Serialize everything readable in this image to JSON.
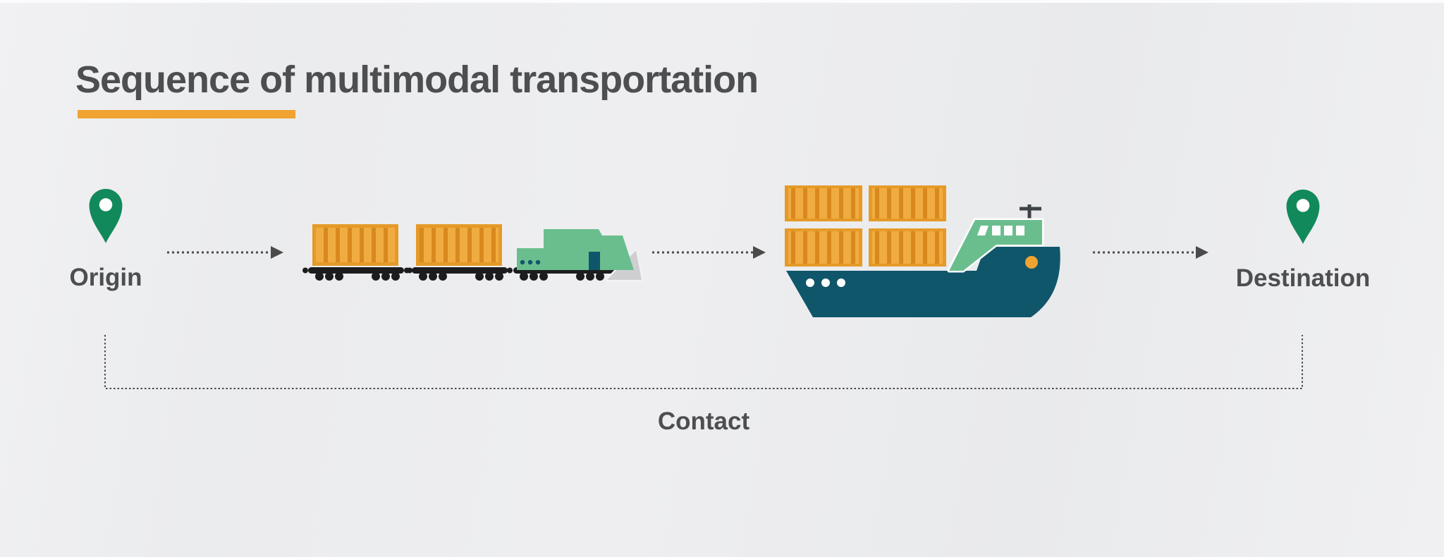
{
  "header": {
    "title": "Sequence of multimodal transportation"
  },
  "flow": {
    "origin_label": "Origin",
    "destination_label": "Destination",
    "contact_label": "Contact"
  },
  "icons": {
    "origin": "map-pin-icon",
    "leg1": "freight-train-icon",
    "leg2": "container-ship-icon",
    "destination": "map-pin-icon"
  },
  "colors": {
    "text": "#4d4e50",
    "accent_underline": "#f0a330",
    "pin_green": "#12895b",
    "vehicle_green": "#6abe8e",
    "hull_teal": "#10566b",
    "container_base": "#e59a28",
    "container_stripe_light": "#f1ac41",
    "container_stripe_dark": "#d8891e",
    "chassis_black": "#1c1c1e",
    "arrow_gray": "#4a4a4a",
    "fold_gray": "#cfcfd2",
    "mast_gray": "#3e4347",
    "porthole_orange": "#f0a330"
  }
}
